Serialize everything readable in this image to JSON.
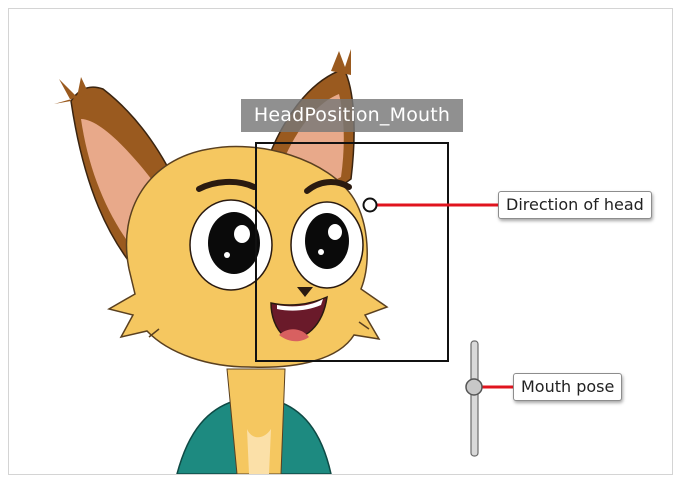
{
  "canvas": {
    "node_label": "HeadPosition_Mouth",
    "callouts": {
      "direction_of_head": "Direction of head",
      "mouth_pose": "Mouth pose"
    },
    "mouth_pose_slider_value": 0.6,
    "colors": {
      "callout_line": "#e0141e",
      "fur": "#f5c760",
      "ear_brown": "#9a5a1f",
      "ear_inner": "#e8a98a",
      "shirt": "#1d8a80",
      "node_tag_bg": "#7a7a7a"
    }
  }
}
